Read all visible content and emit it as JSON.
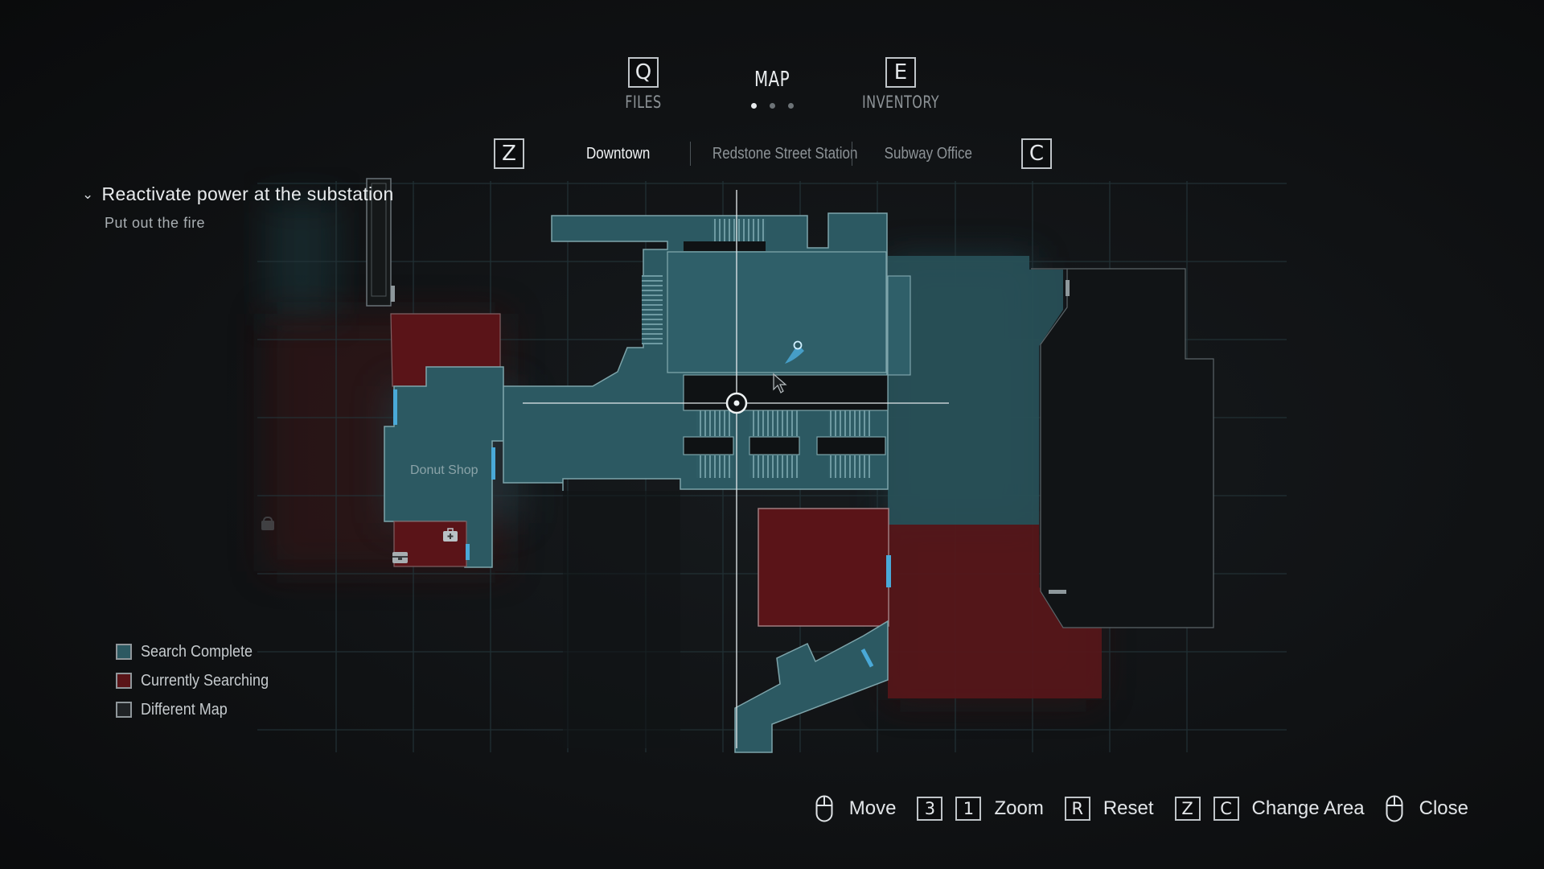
{
  "header": {
    "tabs": [
      {
        "key": "Q",
        "label": "FILES"
      },
      {
        "key": "",
        "label": "MAP"
      },
      {
        "key": "E",
        "label": "INVENTORY"
      }
    ],
    "dot_count": 3,
    "active_dot": 0
  },
  "areas": {
    "prev_key": "Z",
    "next_key": "C",
    "items": [
      "Downtown",
      "Redstone Street Station",
      "Subway Office"
    ],
    "active": "Downtown"
  },
  "objective": {
    "main": "Reactivate power at the substation",
    "sub": "Put out the fire"
  },
  "map": {
    "room_labels": [
      "Donut Shop"
    ]
  },
  "legend": [
    {
      "label": "Search Complete",
      "color": "#2c5962"
    },
    {
      "label": "Currently Searching",
      "color": "#5a1418"
    },
    {
      "label": "Different Map",
      "color": "#202326"
    }
  ],
  "controls": {
    "move": {
      "icon": "mouse-icon",
      "label": "Move"
    },
    "zoom": {
      "keys": [
        "3",
        "1"
      ],
      "label": "Zoom"
    },
    "reset": {
      "key": "R",
      "label": "Reset"
    },
    "change_area": {
      "keys": [
        "Z",
        "C"
      ],
      "label": "Change Area"
    },
    "close": {
      "icon": "mouse-icon",
      "label": "Close"
    }
  },
  "colors": {
    "explored": "#2c5962",
    "searching": "#5a1418",
    "player": "#5cb8ea",
    "grid": "#24353a"
  }
}
